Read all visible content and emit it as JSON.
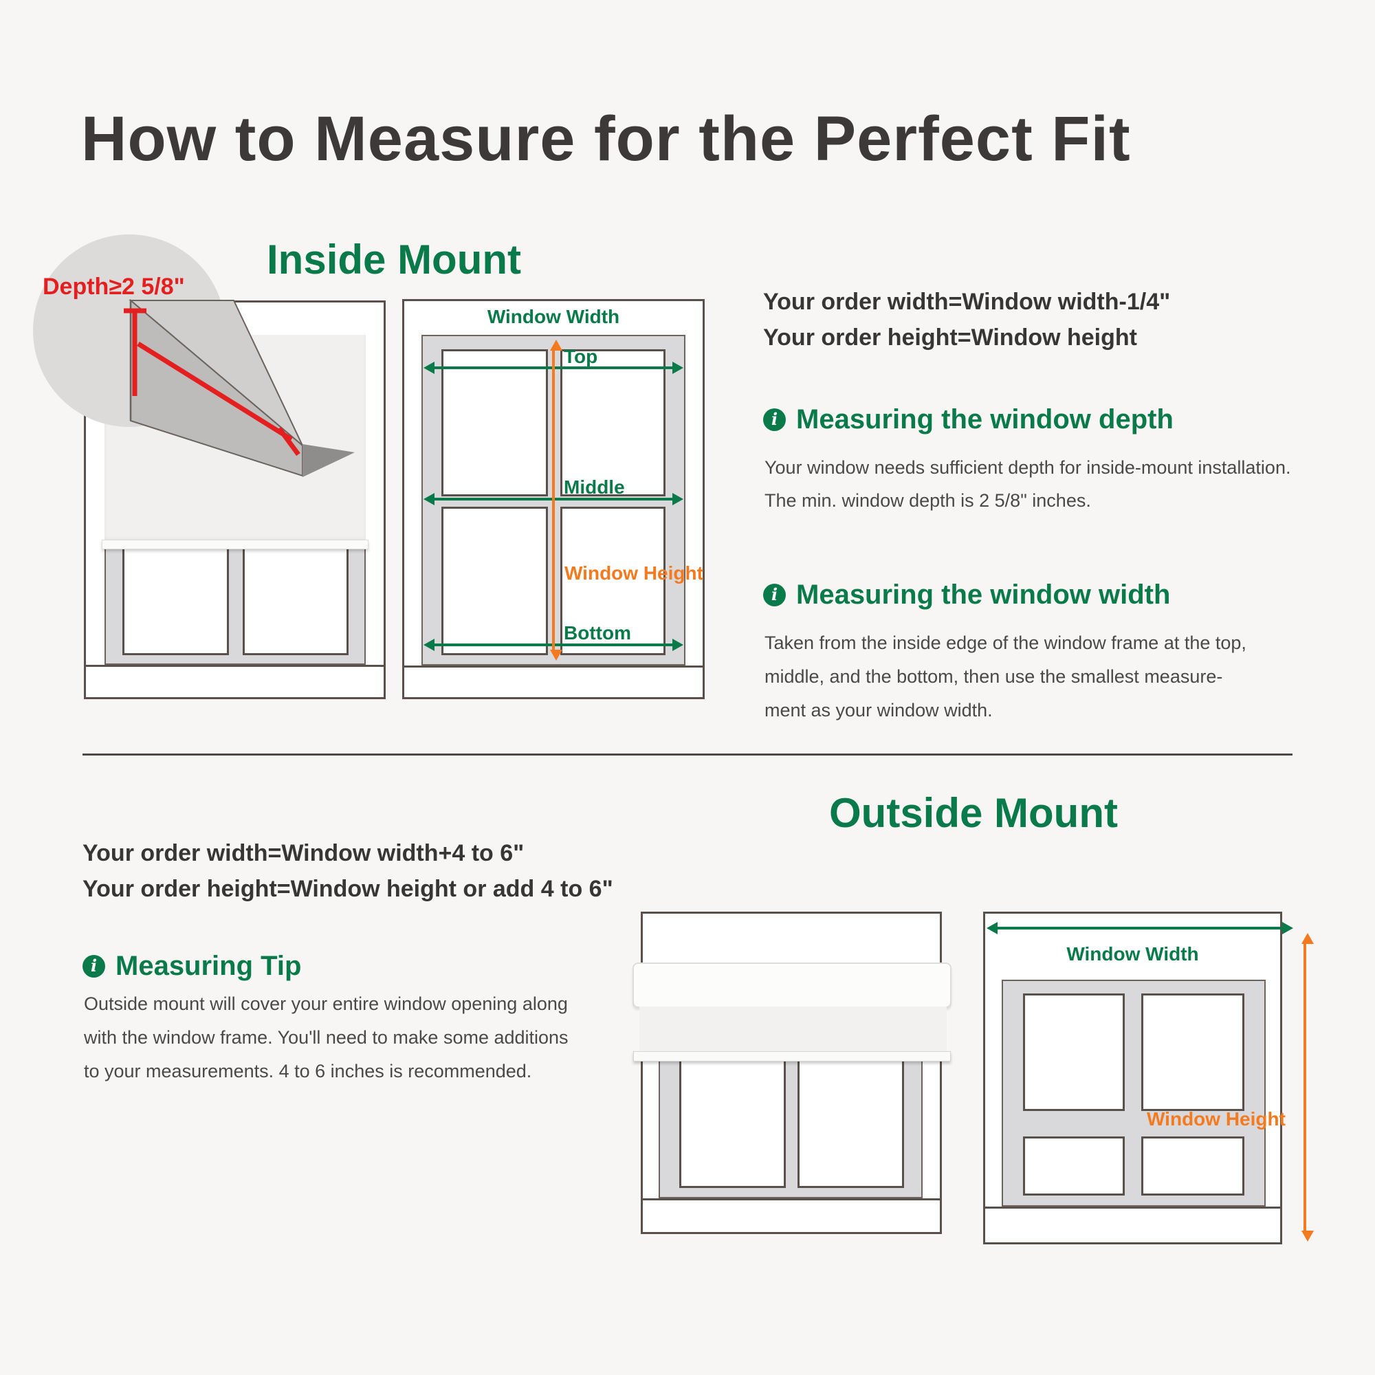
{
  "page": {
    "title": "How to Measure for the Perfect Fit"
  },
  "colors": {
    "green": "#0a7a4a",
    "orange": "#f47a1f",
    "red": "#e41f1f",
    "frame_brown": "#5a504b"
  },
  "icons": {
    "info": "i"
  },
  "inside": {
    "heading": "Inside Mount",
    "depth_note": "Depth≥2 5/8\"",
    "order_lines": [
      "Your order width=Window width-1/4\"",
      "Your order height=Window height"
    ],
    "diagram": {
      "width_label": "Window Width",
      "top_label": "Top",
      "middle_label": "Middle",
      "bottom_label": "Bottom",
      "height_label": "Window Height"
    },
    "sections": [
      {
        "title": "Measuring the window depth",
        "lines": [
          "Your window needs sufficient depth for inside-mount installation.",
          "The min. window depth is 2 5/8\" inches."
        ]
      },
      {
        "title": "Measuring the window width",
        "lines": [
          "Taken from the inside edge of the window frame at the top,",
          "middle, and the bottom, then use the smallest measure-",
          "ment as your window width."
        ]
      }
    ]
  },
  "outside": {
    "heading": "Outside Mount",
    "order_lines": [
      "Your order width=Window width+4 to 6\"",
      "Your order height=Window height or add 4 to 6\""
    ],
    "tip": {
      "title": "Measuring Tip",
      "lines": [
        "Outside mount will cover your entire window opening along",
        "with the window frame. You'll need to make some additions",
        "to your measurements. 4 to 6 inches is recommended."
      ]
    },
    "diagram": {
      "width_label": "Window Width",
      "height_label": "Window Height"
    }
  }
}
